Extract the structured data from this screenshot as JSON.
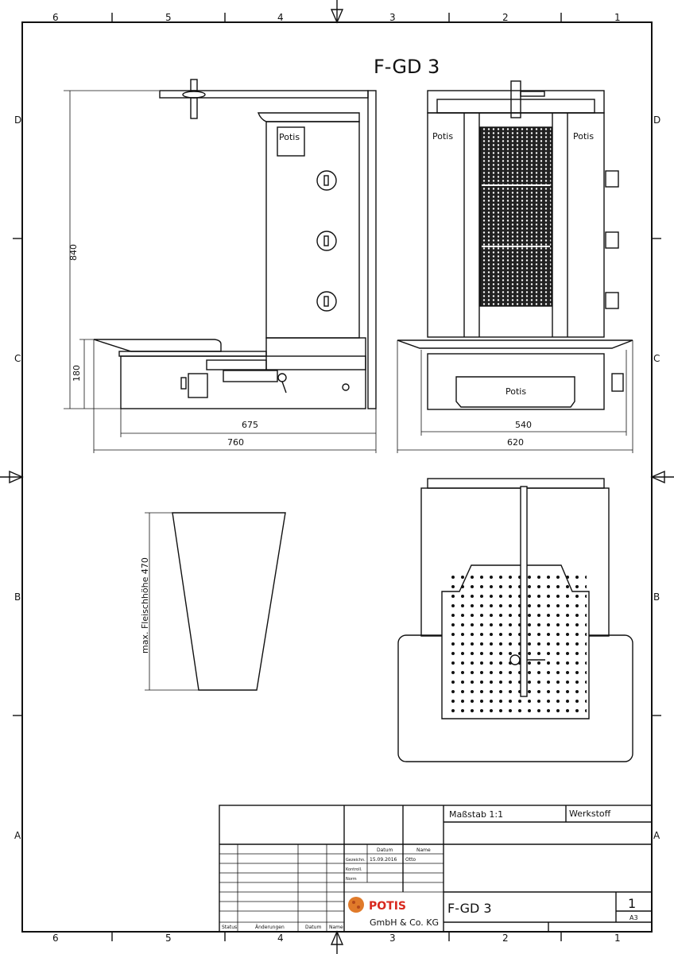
{
  "title": "F-GD 3",
  "zones": {
    "columns": [
      "6",
      "5",
      "4",
      "3",
      "2",
      "1"
    ],
    "rows": [
      "D",
      "C",
      "B",
      "A"
    ]
  },
  "side_view": {
    "label": "Potis",
    "dims": {
      "height": "840",
      "base_height": "180",
      "depth_inner": "675",
      "depth_outer": "760"
    }
  },
  "front_view": {
    "label_left": "Potis",
    "label_right": "Potis",
    "drawer_label": "Potis",
    "dims": {
      "width_inner": "540",
      "width_outer": "620"
    }
  },
  "meat_cone": {
    "label": "max. Fleischhöhe 470"
  },
  "title_block": {
    "scale": "Maßstab 1:1",
    "material": "Werkstoff",
    "col_datum": "Datum",
    "col_name": "Name",
    "rows": [
      {
        "label": "Gezeichn.",
        "date": "15.09.2016",
        "name": "Otto"
      },
      {
        "label": "Kontroll.",
        "date": "",
        "name": ""
      },
      {
        "label": "Norm",
        "date": "",
        "name": ""
      }
    ],
    "revision_headers": [
      "Status",
      "Änderungen",
      "Datum",
      "Name"
    ],
    "company_logo": "POTIS",
    "company": "GmbH & Co. KG",
    "drawing_title": "F-GD 3",
    "sheet": "1",
    "format": "A3",
    "logo_color": "#d8281e"
  }
}
